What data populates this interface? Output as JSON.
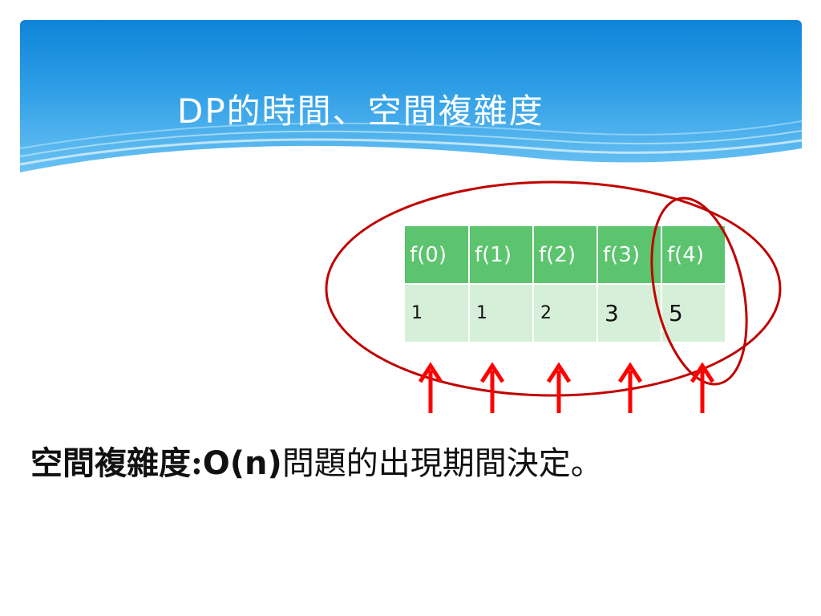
{
  "slide": {
    "title": "DP的時間、空間複雜度",
    "colors": {
      "header_top": "#0f84d8",
      "header_bottom": "#a7dcf8",
      "table_header": "#5cc46e",
      "table_cell": "#d6efd8",
      "annotation_red": "#c00000",
      "arrow_red": "#ff0000"
    }
  },
  "table": {
    "headers": [
      "f(0)",
      "f(1)",
      "f(2)",
      "f(3)",
      "f(4)"
    ],
    "values": [
      "1",
      "1",
      "2",
      "3",
      "5"
    ]
  },
  "statement": {
    "label": "空間複雜度:",
    "complexity": "O(n)",
    "rest": "問題的出現期間決定。"
  }
}
